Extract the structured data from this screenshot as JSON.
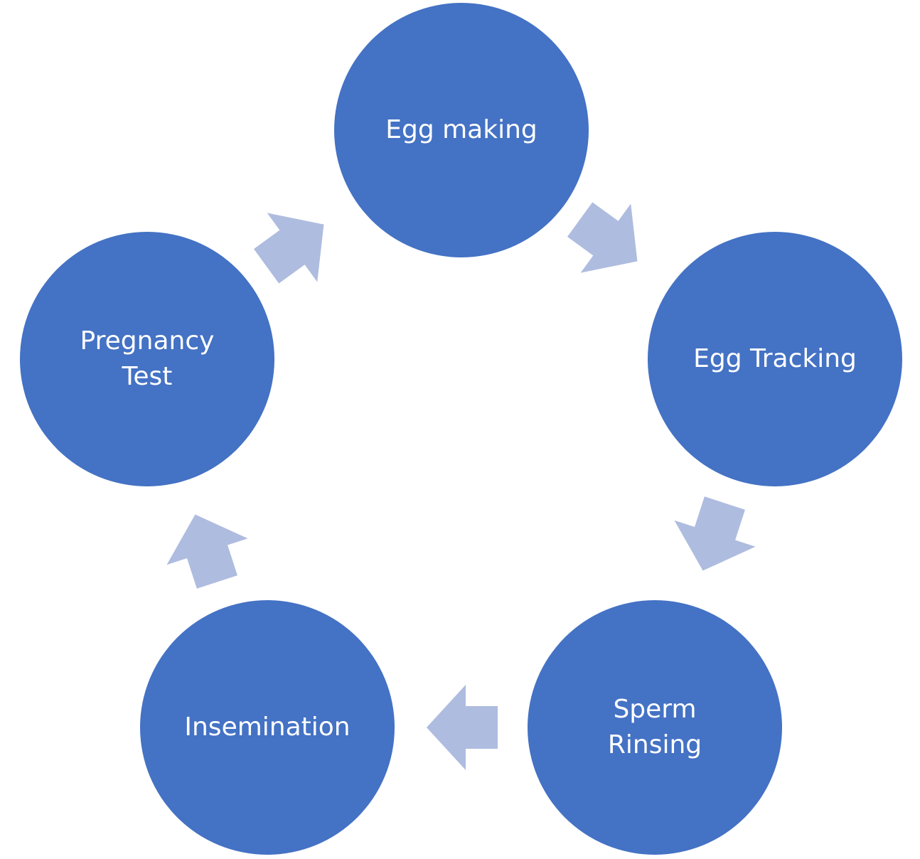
{
  "colors": {
    "node_fill": "#4472c4",
    "node_text": "#ffffff",
    "arrow_fill": "#aebcdf",
    "background": "#ffffff"
  },
  "nodes": [
    {
      "label": "Egg making"
    },
    {
      "label": "Egg Tracking"
    },
    {
      "label": "Sperm\nRinsing"
    },
    {
      "label": "Insemination"
    },
    {
      "label": "Pregnancy\nTest"
    }
  ],
  "arrows": [
    {
      "from": "Egg making",
      "to": "Egg Tracking",
      "icon": "right-arrow-icon"
    },
    {
      "from": "Egg Tracking",
      "to": "Sperm\nRinsing",
      "icon": "right-arrow-icon"
    },
    {
      "from": "Sperm\nRinsing",
      "to": "Insemination",
      "icon": "right-arrow-icon"
    },
    {
      "from": "Insemination",
      "to": "Pregnancy\nTest",
      "icon": "right-arrow-icon"
    },
    {
      "from": "Pregnancy\nTest",
      "to": "Egg making",
      "icon": "right-arrow-icon"
    }
  ]
}
